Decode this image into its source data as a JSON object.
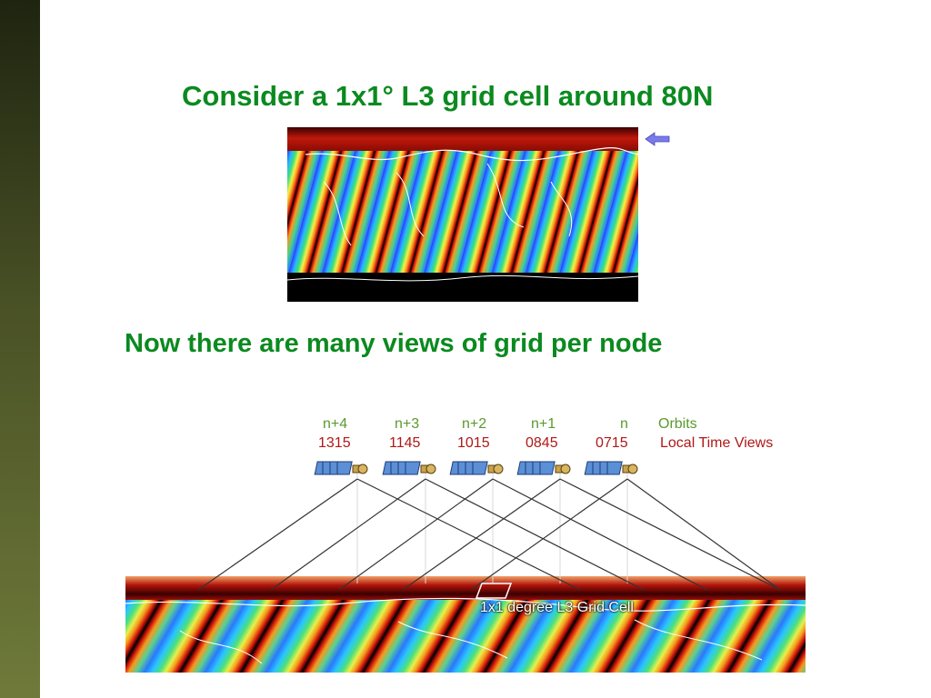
{
  "slide": {
    "title": "Consider a 1x1° L3 grid cell around 80N",
    "subtitle": "Now there are many views of grid per node"
  },
  "diagram": {
    "orbits_header": "Orbits",
    "local_time_header": "Local Time Views",
    "grid_cell_label": "1x1 degree L3 Grid Cell",
    "orbits": [
      {
        "orbit": "n+4",
        "time": "1315"
      },
      {
        "orbit": "n+3",
        "time": "1145"
      },
      {
        "orbit": "n+2",
        "time": "1015"
      },
      {
        "orbit": "n+1",
        "time": "0845"
      },
      {
        "orbit": "n",
        "time": "0715"
      }
    ]
  },
  "colors": {
    "title_green": "#0b8a1f",
    "orbit_green": "#5a9a2e",
    "time_red": "#b01818",
    "sidebar": "#4a5226"
  }
}
